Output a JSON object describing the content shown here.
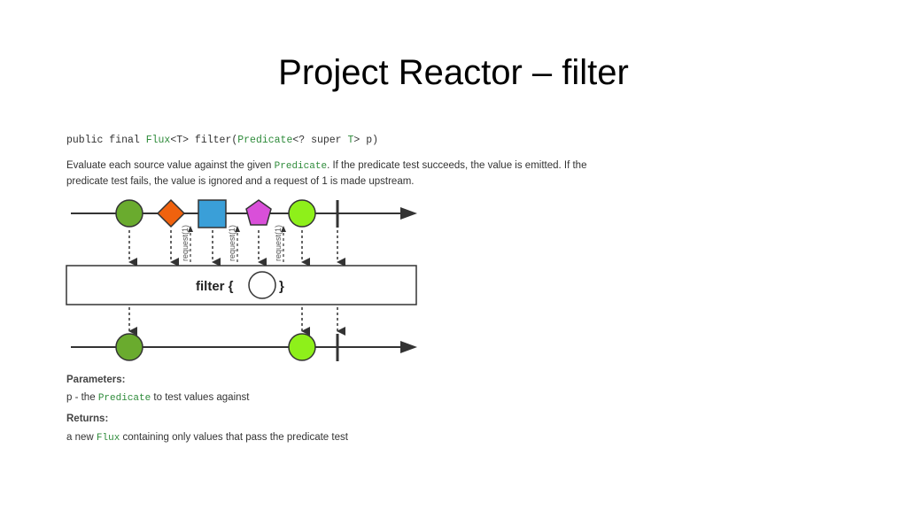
{
  "slide": {
    "title": "Project Reactor – filter"
  },
  "signature": {
    "prefix": "public final ",
    "type1": "Flux",
    "mid1": "<T> filter(",
    "type2": "Predicate",
    "mid2": "<? super ",
    "type3": "T",
    "suffix": "> p)"
  },
  "description": {
    "part1": "Evaluate each source value against the given ",
    "code": "Predicate",
    "part2": ". If the predicate test succeeds, the value is emitted. If the predicate test fails, the value is ignored and a request of 1 is made upstream."
  },
  "diagram": {
    "operator_label": "filter {",
    "operator_close": "}",
    "request_label": "request(1)",
    "colors": {
      "green": "#6aab2e",
      "lime": "#8ef01a",
      "orange": "#f0620e",
      "blue": "#3a9fd8",
      "magenta": "#d94fd9",
      "line": "#333333"
    }
  },
  "parameters": {
    "heading": "Parameters:",
    "name": "p - the ",
    "code": "Predicate",
    "rest": " to test values against"
  },
  "returns": {
    "heading": "Returns:",
    "prefix": "a new ",
    "code": "Flux",
    "rest": " containing only values that pass the predicate test"
  }
}
